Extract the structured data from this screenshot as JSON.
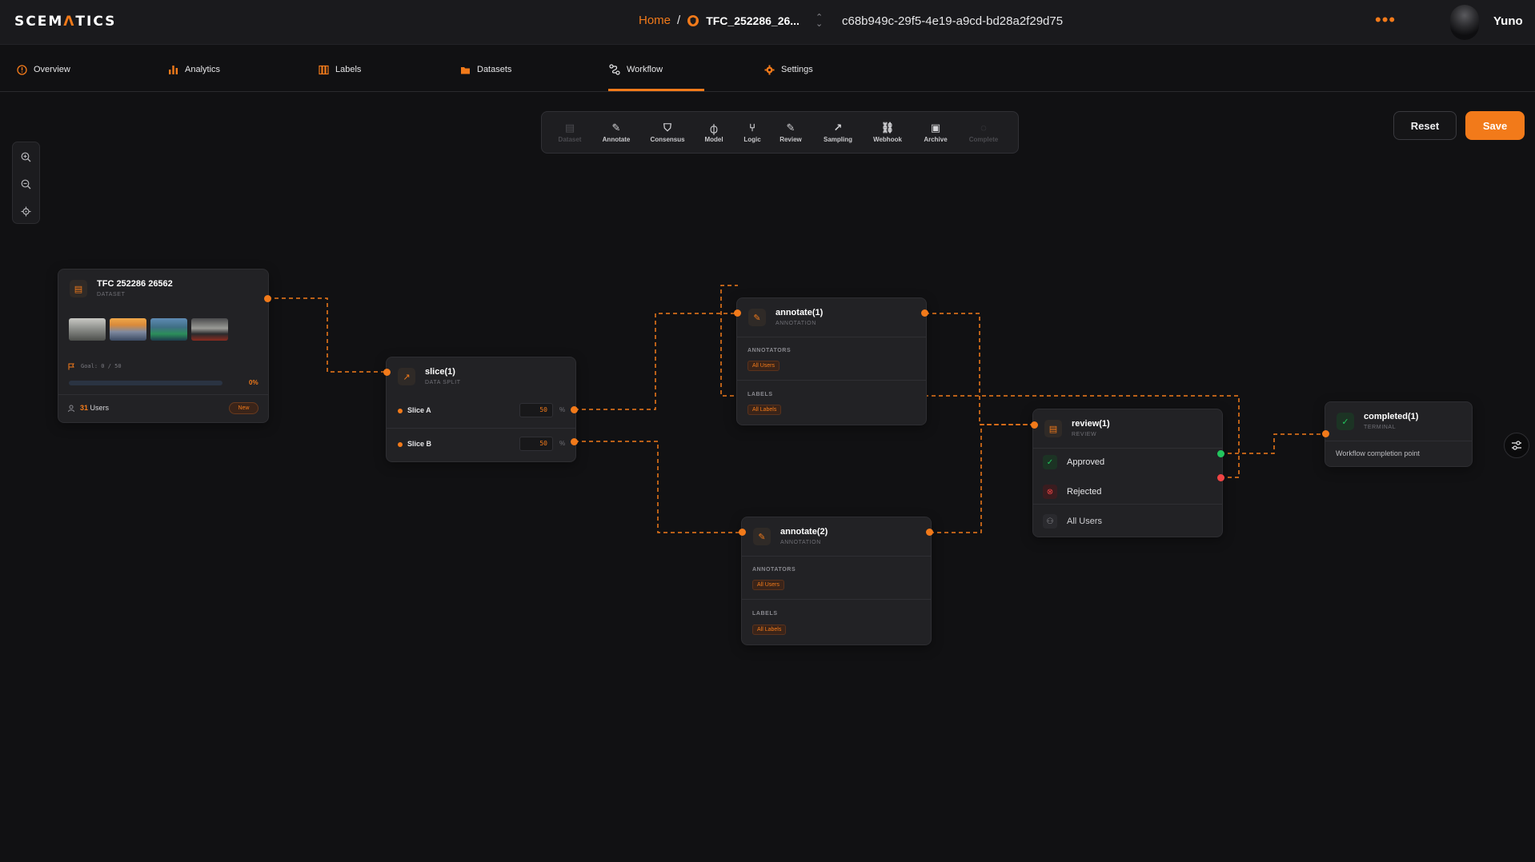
{
  "app": {
    "logo_text": "SCEMATICS",
    "user_name": "Yuno",
    "more_label": "•••"
  },
  "breadcrumb": {
    "home": "Home",
    "separator": "/",
    "project": "TFC_252286_26...",
    "run_id": "c68b949c-29f5-4e19-a9cd-bd28a2f29d75"
  },
  "tabs": [
    {
      "label": "Overview",
      "icon": "info-icon",
      "active": false
    },
    {
      "label": "Analytics",
      "icon": "bar-chart-icon",
      "active": false
    },
    {
      "label": "Labels",
      "icon": "labels-icon",
      "active": false
    },
    {
      "label": "Datasets",
      "icon": "folder-icon",
      "active": false
    },
    {
      "label": "Workflow",
      "icon": "workflow-icon",
      "active": true
    },
    {
      "label": "Settings",
      "icon": "gear-icon",
      "active": false
    }
  ],
  "toolbar": {
    "tools": [
      {
        "label": "Dataset",
        "icon": "database-icon",
        "enabled": false
      },
      {
        "label": "Annotate",
        "icon": "tag-icon",
        "enabled": true
      },
      {
        "label": "Consensus",
        "icon": "consensus-icon",
        "enabled": true
      },
      {
        "label": "Model",
        "icon": "brain-icon",
        "enabled": true
      },
      {
        "label": "Logic",
        "icon": "logic-icon",
        "enabled": true
      },
      {
        "label": "Review",
        "icon": "review-icon",
        "enabled": true
      },
      {
        "label": "Sampling",
        "icon": "trend-icon",
        "enabled": true
      },
      {
        "label": "Webhook",
        "icon": "link-icon",
        "enabled": true
      },
      {
        "label": "Archive",
        "icon": "archive-icon",
        "enabled": true
      },
      {
        "label": "Complete",
        "icon": "check-circle-icon",
        "enabled": false
      }
    ]
  },
  "actions": {
    "reset": "Reset",
    "save": "Save"
  },
  "colors": {
    "accent": "#f27a1a",
    "background": "#111113",
    "node": "#222225",
    "approved": "#22c55e",
    "rejected": "#ef4444"
  },
  "nodes": {
    "dataset": {
      "title": "TFC 252286 26562",
      "type": "DATASET",
      "goal": "Goal: 0 / 50",
      "progress_percent": 0,
      "progress_label": "0%",
      "users_count": "31",
      "users_suffix": " Users",
      "badge": "New"
    },
    "slice": {
      "title": "slice(1)",
      "type": "DATA SPLIT",
      "rows": [
        {
          "name": "Slice A",
          "value": "50",
          "unit": "%"
        },
        {
          "name": "Slice B",
          "value": "50",
          "unit": "%"
        }
      ]
    },
    "annotate1": {
      "title": "annotate(1)",
      "type": "ANNOTATION",
      "annotators_label": "ANNOTATORS",
      "annotators_value": "All Users",
      "labels_label": "LABELS",
      "labels_value": "All Labels"
    },
    "annotate2": {
      "title": "annotate(2)",
      "type": "ANNOTATION",
      "annotators_label": "ANNOTATORS",
      "annotators_value": "All Users",
      "labels_label": "LABELS",
      "labels_value": "All Labels"
    },
    "review": {
      "title": "review(1)",
      "type": "REVIEW",
      "approved": "Approved",
      "rejected": "Rejected",
      "assignees": "All Users"
    },
    "completed": {
      "title": "completed(1)",
      "type": "TERMINAL",
      "description": "Workflow completion point"
    }
  }
}
